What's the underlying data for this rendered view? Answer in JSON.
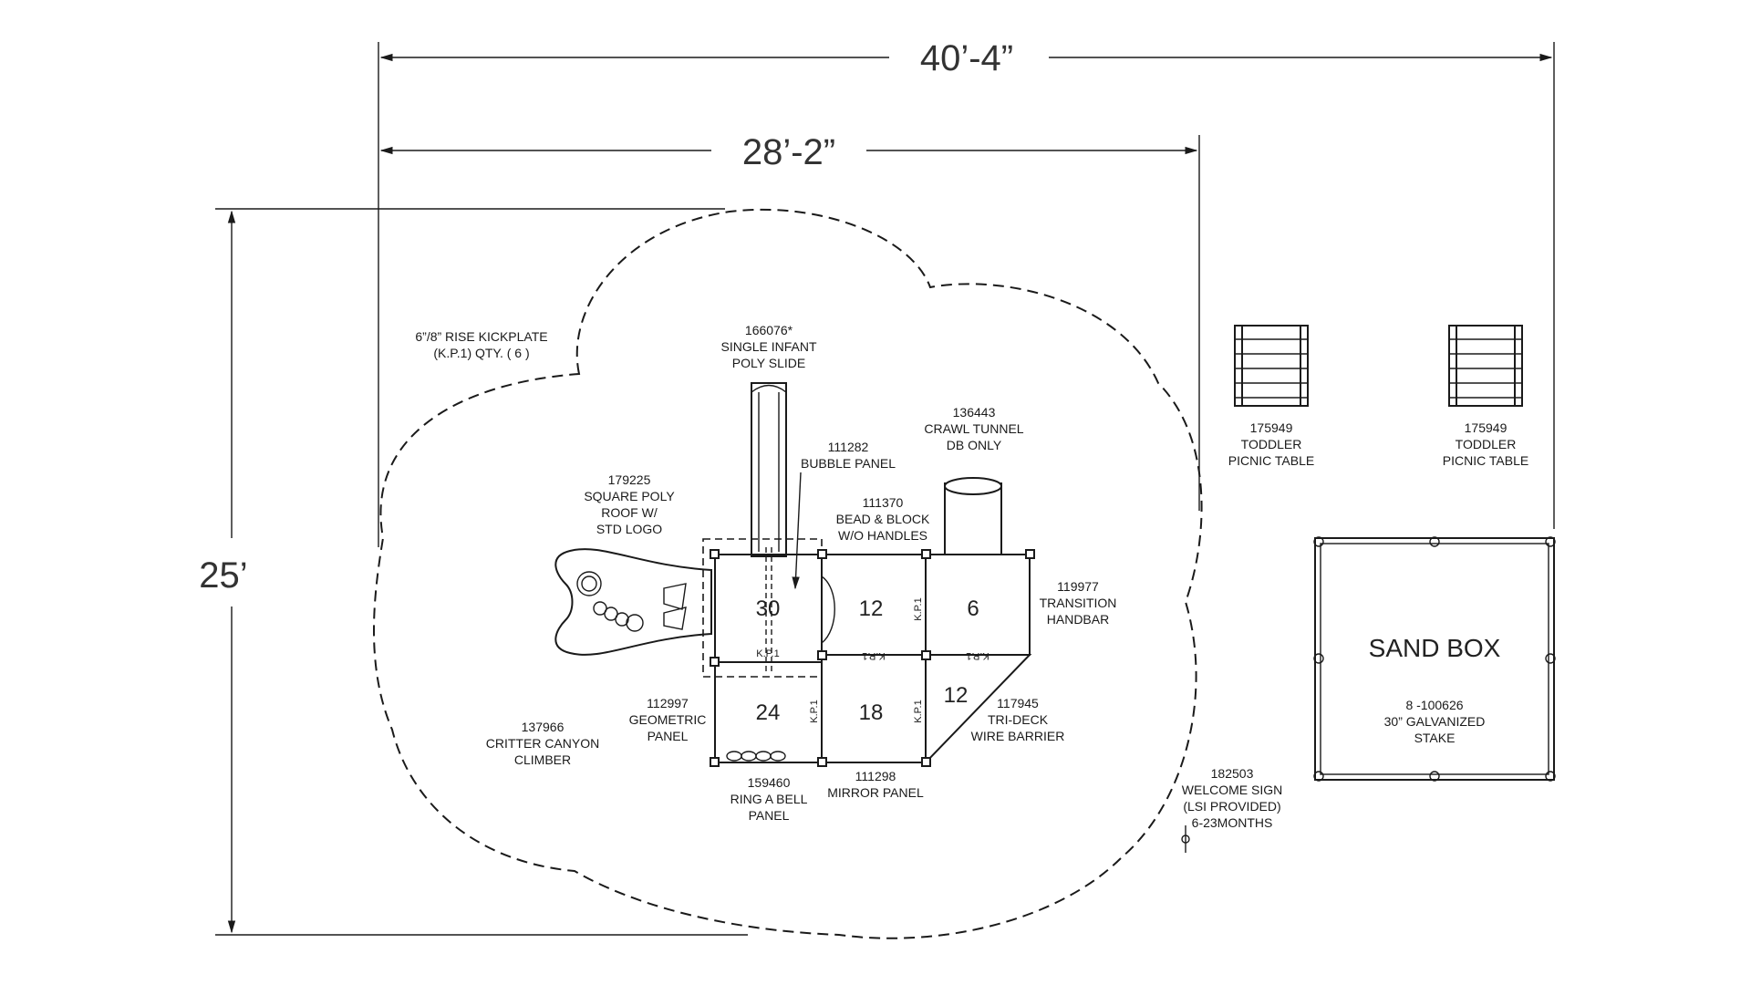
{
  "dimensions": {
    "overall_width": "40’-4”",
    "structure_width": "28’-2”",
    "overall_depth": "25’"
  },
  "decks": [
    "30",
    "12",
    "6",
    "24",
    "18",
    "12"
  ],
  "kickplate_tag": "K.P.1",
  "sandbox_title": "SAND BOX",
  "labels": {
    "kickplate": [
      "6”/8” RISE KICKPLATE",
      "(K.P.1) QTY. ( 6 )"
    ],
    "slide": [
      "166076*",
      "SINGLE INFANT",
      "POLY SLIDE"
    ],
    "roof": [
      "179225",
      "SQUARE POLY",
      "ROOF W/",
      "STD LOGO"
    ],
    "bubble": [
      "111282",
      "BUBBLE PANEL"
    ],
    "bead": [
      "111370",
      "BEAD & BLOCK",
      "W/O HANDLES"
    ],
    "tunnel": [
      "136443",
      "CRAWL TUNNEL",
      "DB ONLY"
    ],
    "handbar": [
      "119977",
      "TRANSITION",
      "HANDBAR"
    ],
    "geometric": [
      "112997",
      "GEOMETRIC",
      "PANEL"
    ],
    "critter": [
      "137966",
      "CRITTER CANYON",
      "CLIMBER"
    ],
    "bell": [
      "159460",
      "RING A BELL",
      "PANEL"
    ],
    "mirror": [
      "111298",
      "MIRROR PANEL"
    ],
    "barrier": [
      "117945",
      "TRI-DECK",
      "WIRE BARRIER"
    ],
    "picnic1": [
      "175949",
      "TODDLER",
      "PICNIC TABLE"
    ],
    "picnic2": [
      "175949",
      "TODDLER",
      "PICNIC TABLE"
    ],
    "welcome": [
      "182503",
      "WELCOME SIGN",
      "(LSI PROVIDED)",
      "6-23MONTHS"
    ],
    "stake": [
      "8 -100626",
      "30” GALVANIZED",
      "STAKE"
    ]
  }
}
